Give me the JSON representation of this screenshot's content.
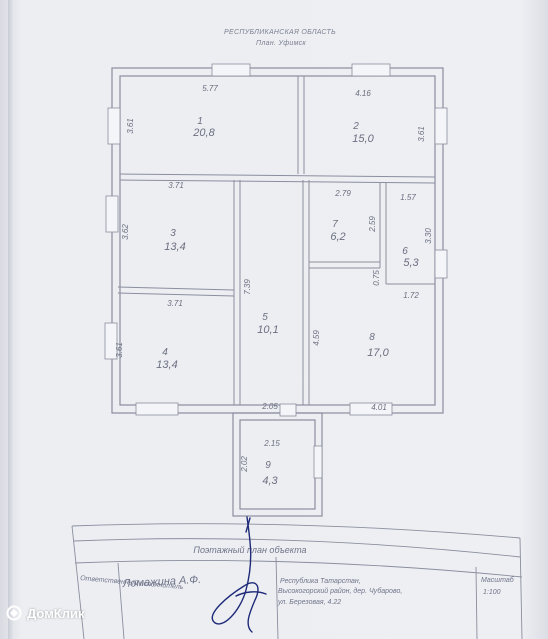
{
  "header": {
    "line1": "РЕСПУБЛИКАНСКАЯ ОБЛАСТЬ",
    "line2": "План. Уфимск"
  },
  "rooms": [
    {
      "id": "1",
      "area": "20,8"
    },
    {
      "id": "2",
      "area": "15,0"
    },
    {
      "id": "3",
      "area": "13,4"
    },
    {
      "id": "4",
      "area": "13,4"
    },
    {
      "id": "5",
      "area": "10,1"
    },
    {
      "id": "6",
      "area": "5,3"
    },
    {
      "id": "7",
      "area": "6,2"
    },
    {
      "id": "8",
      "area": "17,0"
    },
    {
      "id": "9",
      "area": "4,3"
    }
  ],
  "dimensions": {
    "r1_top": "5.77",
    "r1_left": "3.61",
    "r2_top": "4.16",
    "r2_right": "3.61",
    "r3_top": "3.71",
    "r3_left": "3.62",
    "r4_top": "3.71",
    "r4_left": "3.61",
    "r5_side": "7.39",
    "r5_bottom": "2.05",
    "r7_top": "2.79",
    "r7_side": "2.59",
    "r6_top": "1.57",
    "r6_side": "3.30",
    "r8_top": "1.72",
    "r8_side": "4.59",
    "r8_step": "0.75",
    "r8_bottom": "4.01",
    "r9_top": "2.15",
    "r9_side": "2.02"
  },
  "title_block": {
    "plan_title": "Поэтажный план объекта",
    "left_label": "Ответственный\nисполнитель",
    "executor": "Ломажина А.Ф.",
    "address_line1": "Республика Татарстан,",
    "address_line2": "Высокогорский район, дер. Чубарово,",
    "address_line3": "ул. Березовая, 4.22",
    "scale_label": "Масштаб",
    "scale_value": "1:100"
  },
  "watermark": {
    "brand": "ДомКлик"
  },
  "colors": {
    "paper": "#eceef2",
    "line": "#8a8e9e",
    "text": "#6b6f80",
    "signature": "#1e2a78"
  }
}
